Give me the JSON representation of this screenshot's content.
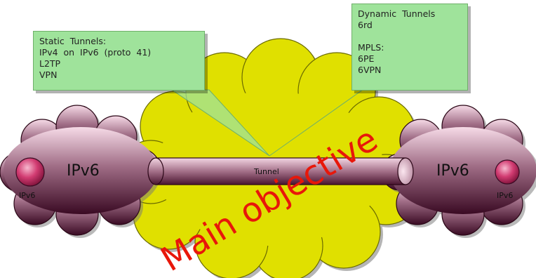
{
  "callouts": {
    "static": {
      "lines": "Static  Tunnels:\nIPv4  on  IPv6  (proto  41)\nL2TP\nVPN"
    },
    "dynamic": {
      "lines": "Dynamic  Tunnels\n6rd\n\nMPLS:\n6PE\n6VPN"
    }
  },
  "clouds": {
    "left": {
      "label": "IPv6",
      "endpoint_label": "IPv6"
    },
    "right": {
      "label": "IPv6",
      "endpoint_label": "IPv6"
    }
  },
  "tunnel": {
    "label": "Tunnel"
  },
  "overlay": {
    "text": "Main objective"
  },
  "colors": {
    "core_cloud": "#e0e000",
    "edge_cloud_top": "#f4d7e4",
    "edge_cloud_bottom": "#3d0a25",
    "callout_fill": "#9fe39b",
    "overlay_text": "#e8170a",
    "endpoint": "#d9356f"
  }
}
